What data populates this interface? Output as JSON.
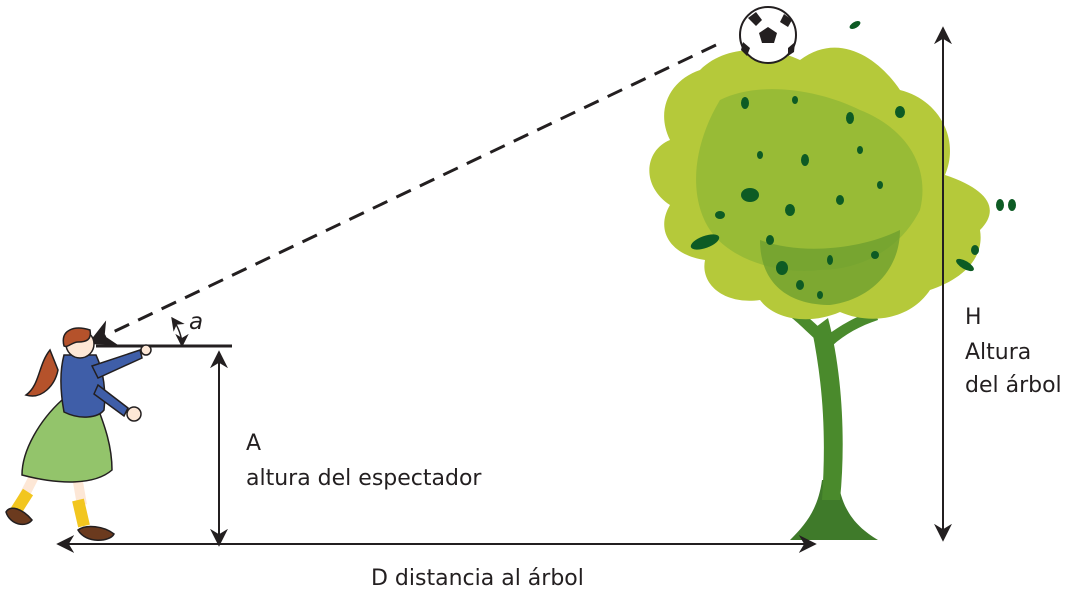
{
  "labels": {
    "a_letter": "A",
    "a_text": "altura del espectador",
    "h_letter": "H",
    "h_line1": "Altura",
    "h_line2": "del árbol",
    "d_text": "D distancia al árbol",
    "angle": "a"
  },
  "colors": {
    "line": "#231f20",
    "foliage_light": "#c8d63a",
    "foliage_dark": "#6fa030",
    "spots": "#0d5b24",
    "trunk": "#3f7a2a",
    "hair": "#b5522b",
    "shirt": "#3f5ea8",
    "skirt": "#93c46b",
    "sock": "#f2c61f",
    "shoe": "#6b3a1e",
    "skin": "#fde7d6"
  },
  "icons": {
    "ball": "soccer-ball-icon",
    "tree": "tree-icon",
    "girl": "girl-spectator-icon"
  }
}
